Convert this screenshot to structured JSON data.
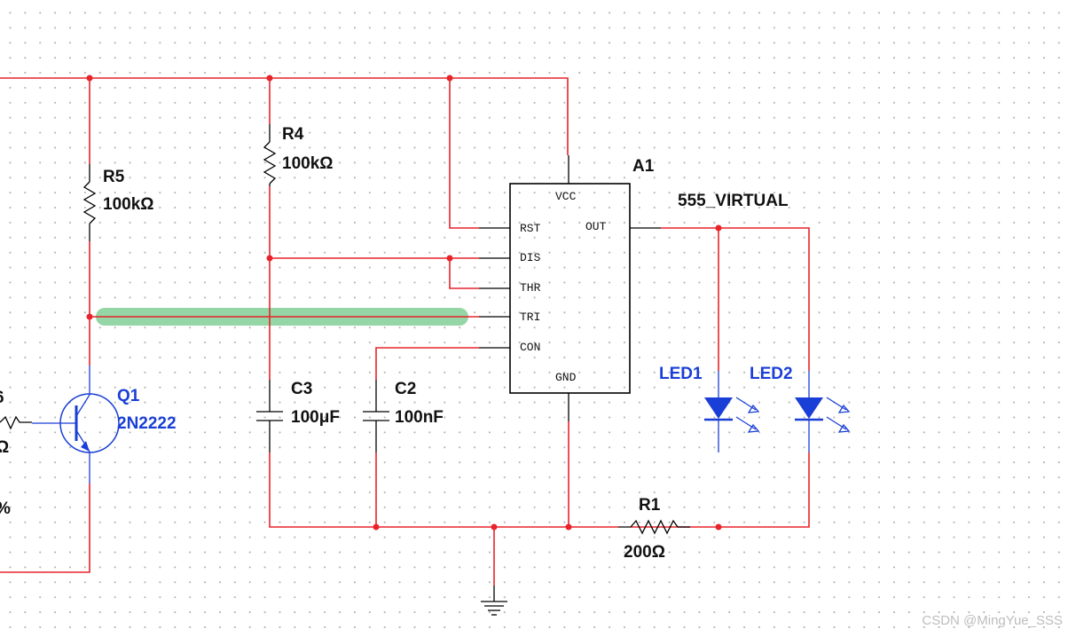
{
  "components": {
    "timer": {
      "ref": "A1",
      "model": "555_VIRTUAL",
      "pins": {
        "vcc": "VCC",
        "rst": "RST",
        "out": "OUT",
        "dis": "DIS",
        "thr": "THR",
        "tri": "TRI",
        "con": "CON",
        "gnd": "GND"
      }
    },
    "r4": {
      "ref": "R4",
      "value": "100kΩ"
    },
    "r5": {
      "ref": "R5",
      "value": "100kΩ"
    },
    "c3": {
      "ref": "C3",
      "value": "100μF"
    },
    "c2": {
      "ref": "C2",
      "value": "100nF"
    },
    "q1": {
      "ref": "Q1",
      "value": "2N2222"
    },
    "led1": {
      "ref": "LED1"
    },
    "led2": {
      "ref": "LED2"
    },
    "r1": {
      "ref": "R1",
      "value": "200Ω"
    },
    "partial_left": {
      "ref_fragment": "6",
      "value_fragment": "Ω",
      "percent_fragment": "%"
    }
  },
  "highlight_color": "#8fd4a1",
  "wire_color": "#e8232a",
  "watermark": "CSDN @MingYue_SSS"
}
